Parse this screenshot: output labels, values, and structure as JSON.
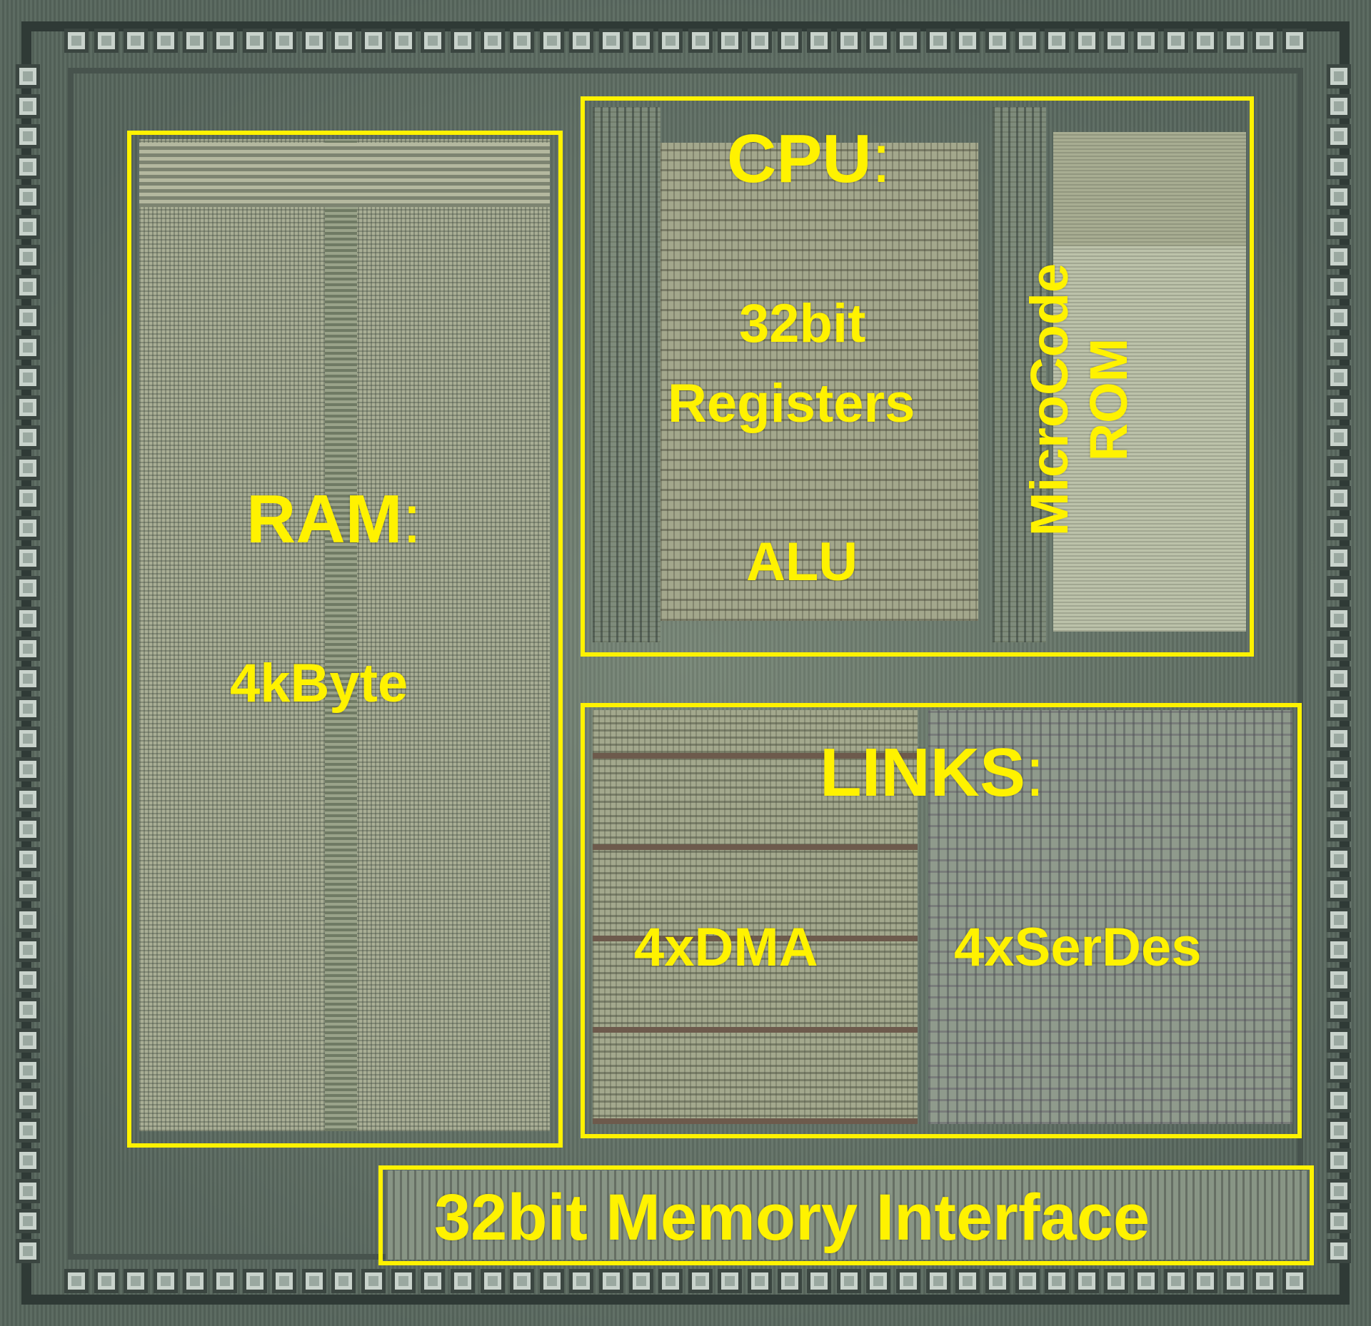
{
  "image_kind": "annotated die photograph",
  "colors": {
    "annotation": "#fff200",
    "die_surface": "#61716a"
  },
  "blocks": {
    "ram": {
      "title": "RAM",
      "colon": ":",
      "size": "4kByte"
    },
    "cpu": {
      "title": "CPU",
      "colon": ":",
      "registers_line1": "32bit",
      "registers_line2": "Registers",
      "alu": "ALU",
      "rom_line1": "MicroCode",
      "rom_line2": "ROM"
    },
    "links": {
      "title": "LINKS",
      "colon": ":",
      "dma": "4xDMA",
      "serdes": "4xSerDes"
    },
    "memory_interface": {
      "title": "32bit Memory Interface"
    }
  }
}
